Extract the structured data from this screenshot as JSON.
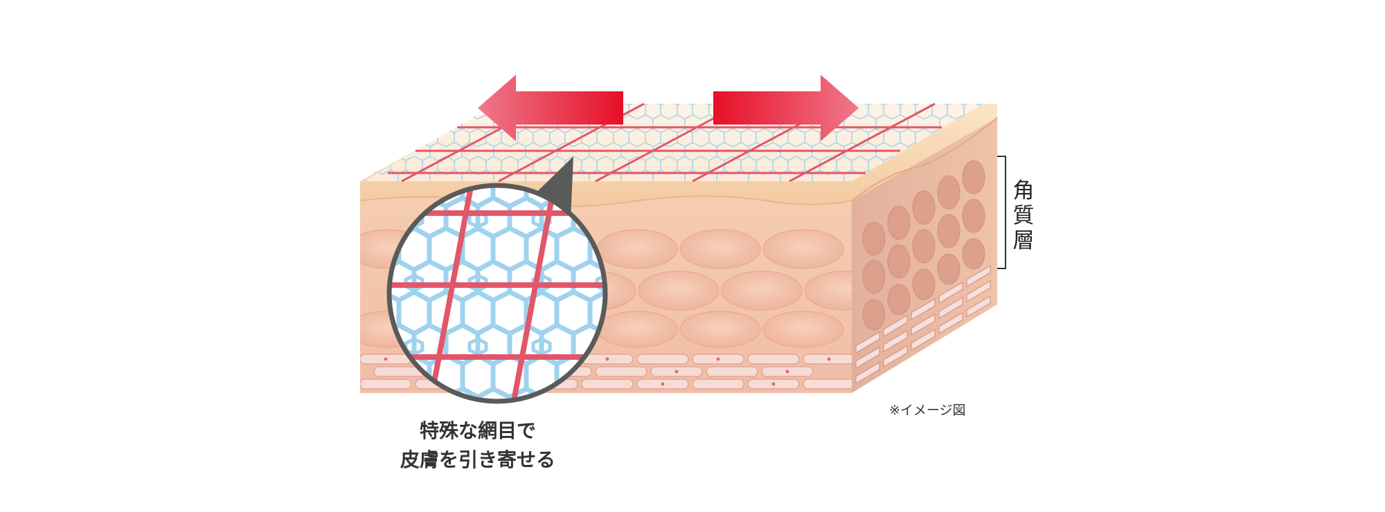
{
  "labels": {
    "layer_name": "角質層",
    "note": "※イメージ図",
    "caption_line1": "特殊な網目で",
    "caption_line2": "皮膚を引き寄せる"
  },
  "colors": {
    "arrow_red": "#e60f28",
    "arrow_pink": "#f0788a",
    "mesh_blue": "#9fd2ee",
    "mesh_red": "#e2566a",
    "skin_top": "#f6d8b4",
    "skin_cells": "#f1b9a2",
    "skin_side": "#dca18e"
  }
}
